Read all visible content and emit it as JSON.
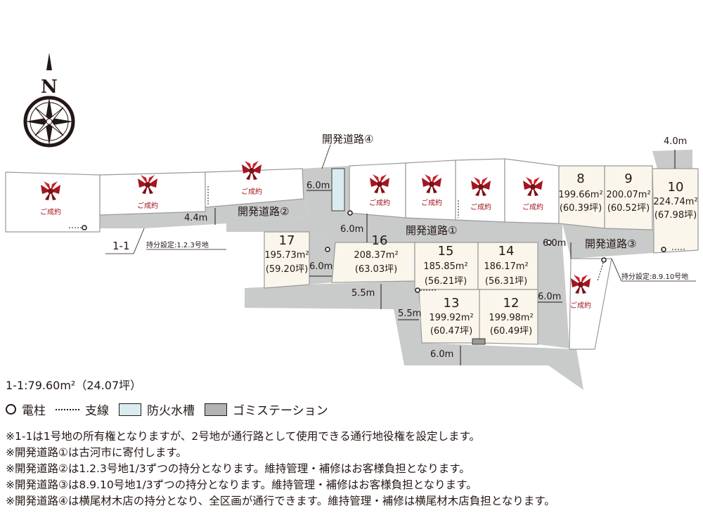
{
  "compass": {
    "north_label": "N"
  },
  "lots": [
    {
      "id": "8",
      "area": "199.66m²",
      "tsubo": "(60.39坪)"
    },
    {
      "id": "9",
      "area": "200.07m²",
      "tsubo": "(60.52坪)"
    },
    {
      "id": "10",
      "area": "224.74m²",
      "tsubo": "(67.98坪)"
    },
    {
      "id": "12",
      "area": "199.98m²",
      "tsubo": "(60.49坪)"
    },
    {
      "id": "13",
      "area": "199.92m²",
      "tsubo": "(60.47坪)"
    },
    {
      "id": "14",
      "area": "186.17m²",
      "tsubo": "(56.31坪)"
    },
    {
      "id": "15",
      "area": "185.85m²",
      "tsubo": "(56.21坪)"
    },
    {
      "id": "16",
      "area": "208.37m²",
      "tsubo": "(63.03坪)"
    },
    {
      "id": "17",
      "area": "195.73m²",
      "tsubo": "(59.20坪)"
    }
  ],
  "sold_label": "ご成約",
  "roads": {
    "road1": "開発道路①",
    "road2": "開発道路②",
    "road3": "開発道路③",
    "road4": "開発道路④"
  },
  "widths": {
    "w40": "4.0m",
    "w44": "4.4m",
    "w60a": "6.0m",
    "w60b": "6.0m",
    "w60c": "6.0m",
    "w60d": "6.0m",
    "w60e": "6.0m",
    "w60f": "6.0m",
    "w55a": "5.5m",
    "w55b": "5.5m"
  },
  "labels": {
    "lot_1_1": "1-1",
    "share_123": "持分設定:1.2.3号地",
    "share_8910": "持分設定:8.9.10号地",
    "lot_1_1_area": "1-1:79.60m²（24.07坪）"
  },
  "legend": {
    "pole": "電柱",
    "branch": "支線",
    "tank": "防火水槽",
    "gomi": "ゴミステーション"
  },
  "notes": [
    "※1-1は1号地の所有権となりますが、2号地が通行路として使用できる通行地役権を設定します。",
    "※開発道路①は古河市に寄付します。",
    "※開発道路②は1.2.3号地1/3ずつの持分となります。維持管理・補修はお客様負担となります。",
    "※開発道路③は8.9.10号地1/3ずつの持分となります。維持管理・補修はお客様負担となります。",
    "※開発道路④は横尾材木店の持分となり、全区画が通行できます。維持管理・補修は横尾材木店負担となります。"
  ],
  "colors": {
    "road": "#c9caca",
    "lot_fill": "#fbf6ec",
    "sold_fill": "#ffffff",
    "tank": "#d9ecef",
    "bow": "#a3161f"
  }
}
